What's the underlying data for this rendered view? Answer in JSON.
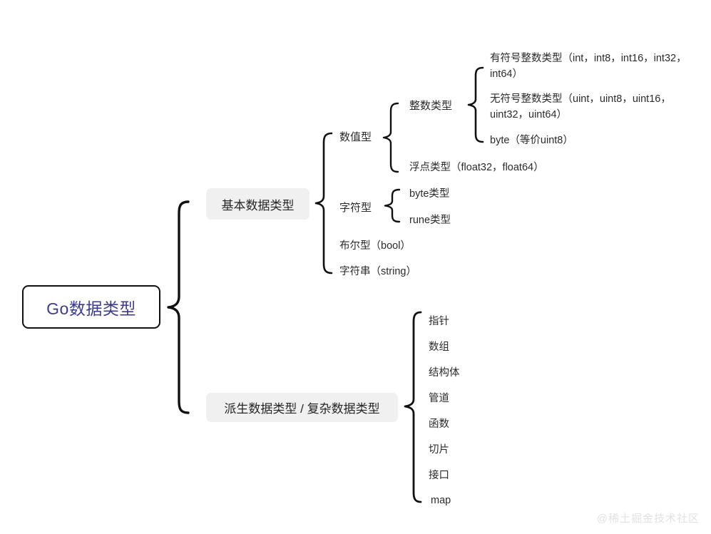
{
  "diagram": {
    "type": "mindmap",
    "background_color": "#ffffff",
    "root": {
      "label": "Go数据类型",
      "text_color": "#3b3b91",
      "border_color": "#111111",
      "background_color": "#ffffff"
    },
    "branches": {
      "basic": {
        "label": "基本数据类型",
        "background_color": "#f0f0f0",
        "children": {
          "numeric": {
            "label": "数值型",
            "children": {
              "integer": {
                "label": "整数类型",
                "items": [
                  "有符号整数类型（int，int8，int16，int32，int64）",
                  "无符号整数类型（uint，uint8，uint16，uint32，uint64）",
                  "byte（等价uint8）"
                ]
              },
              "float": {
                "label": "浮点类型（float32，float64）"
              }
            }
          },
          "character": {
            "label": "字符型",
            "items": [
              "byte类型",
              "rune类型"
            ]
          },
          "boolean": {
            "label": "布尔型（bool）"
          },
          "string": {
            "label": "字符串（string）"
          }
        }
      },
      "derived": {
        "label": "派生数据类型 / 复杂数据类型",
        "background_color": "#f0f0f0",
        "items": [
          "指针",
          "数组",
          "结构体",
          "管道",
          "函数",
          "切片",
          "接口",
          "map"
        ]
      }
    }
  },
  "watermark": {
    "text": "@稀土掘金技术社区",
    "color": "#e2e2e2"
  }
}
